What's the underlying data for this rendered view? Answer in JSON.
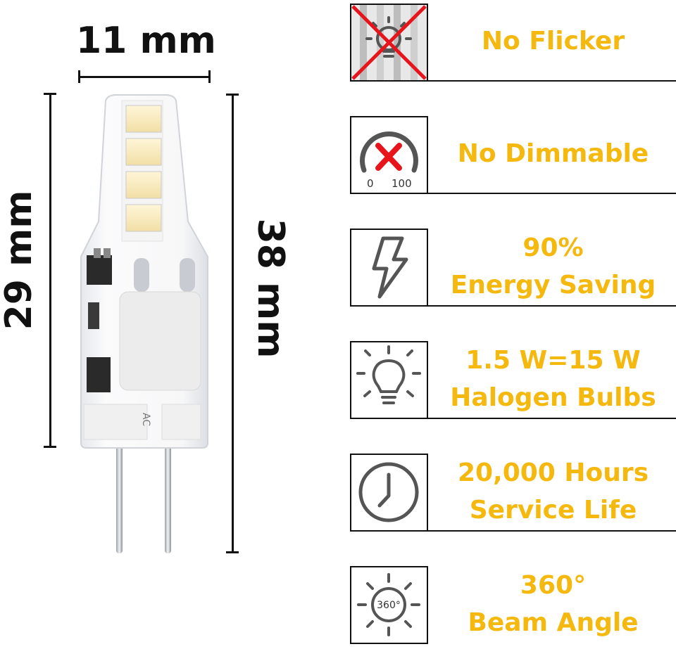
{
  "dimensions": {
    "width_label": "11 mm",
    "height_label": "29 mm",
    "total_height_label": "38 mm"
  },
  "bulb": {
    "marking": "AC"
  },
  "features": [
    {
      "icon": "no-flicker-icon",
      "lines": [
        "No Flicker"
      ]
    },
    {
      "icon": "no-dimmable-icon",
      "lines": [
        "No Dimmable"
      ],
      "gauge_min": "0",
      "gauge_max": "100"
    },
    {
      "icon": "lightning-bolt-icon",
      "lines": [
        "90%",
        "Energy Saving"
      ]
    },
    {
      "icon": "light-bulb-icon",
      "lines": [
        "1.5 W=15 W",
        "Halogen Bulbs"
      ]
    },
    {
      "icon": "clock-icon",
      "lines": [
        "20,000 Hours",
        "Service Life"
      ]
    },
    {
      "icon": "sun-360-icon",
      "lines": [
        "360°",
        "Beam Angle"
      ],
      "icon_text": "360°"
    }
  ],
  "colors": {
    "accent": "#f5b80f",
    "cross": "#e8141b",
    "icon_gray": "#555555",
    "line": "#111111"
  }
}
